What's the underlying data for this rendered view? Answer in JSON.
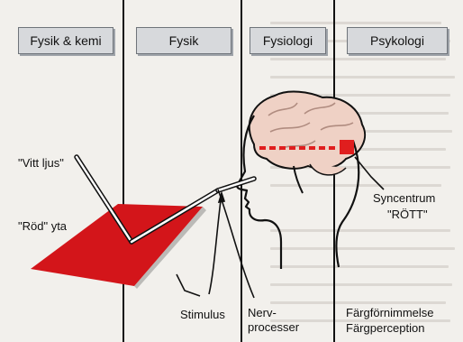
{
  "headers": {
    "fysik_kemi": "Fysik & kemi",
    "fysik": "Fysik",
    "fysiologi": "Fysiologi",
    "psykologi": "Psykologi"
  },
  "labels": {
    "vitt_ljus": "\"Vitt ljus\"",
    "rod_yta": "\"Röd\" yta",
    "stimulus": "Stimulus",
    "nerv_line1": "Nerv-",
    "nerv_line2": "processer",
    "syncentrum": "Syncentrum",
    "rott": "\"RÖTT\"",
    "fargfornimmelse": "Färgförnimmelse",
    "fargperception": "Färgperception"
  },
  "colors": {
    "surface_red": "#d3151a",
    "visual_center_red": "#e01e1e",
    "brain_pink": "#efd1c5",
    "header_bg": "#d7d9dc",
    "page_bg": "#f2f0ec"
  }
}
